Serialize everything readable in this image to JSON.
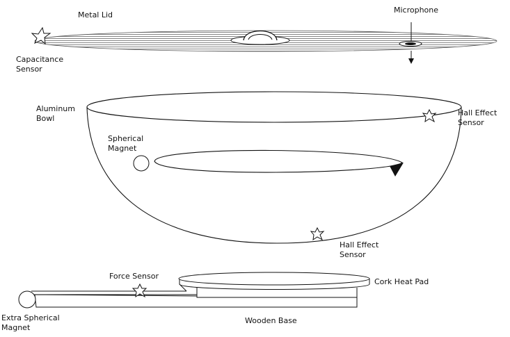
{
  "labels": {
    "metal_lid": "Metal Lid",
    "microphone": "Microphone",
    "capacitance_sensor": [
      "Capacitance",
      "Sensor"
    ],
    "aluminum_bowl": [
      "Aluminum",
      "Bowl"
    ],
    "hall_effect_sensor_top": [
      "Hall Effect",
      "Sensor"
    ],
    "spherical_magnet": [
      "Spherical",
      "Magnet"
    ],
    "hall_effect_sensor_bottom": [
      "Hall Effect",
      "Sensor"
    ],
    "force_sensor": "Force Sensor",
    "cork_heat_pad": "Cork Heat Pad",
    "extra_spherical_magnet": [
      "Extra Spherical",
      "Magnet"
    ],
    "wooden_base": "Wooden Base"
  }
}
